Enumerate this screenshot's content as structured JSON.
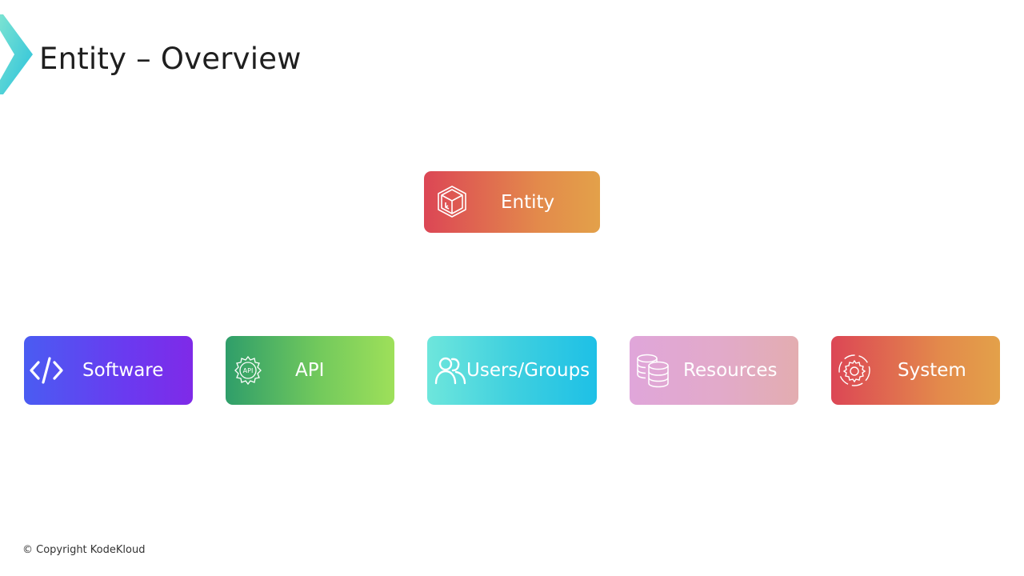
{
  "title": "Entity – Overview",
  "root": {
    "label": "Entity",
    "icon": "cube-icon"
  },
  "children": [
    {
      "label": "Software",
      "icon": "code-brackets-icon"
    },
    {
      "label": "API",
      "icon": "api-gear-icon"
    },
    {
      "label": "Users/Groups",
      "icon": "users-icon"
    },
    {
      "label": "Resources",
      "icon": "database-icon"
    },
    {
      "label": "System",
      "icon": "system-gear-icon"
    }
  ],
  "footer": {
    "copyright": "© Copyright KodeKloud"
  },
  "colors": {
    "accent": "#3fd0df",
    "entity": [
      "#dc4655",
      "#e3a14a"
    ],
    "software": [
      "#4a5cf2",
      "#7f2ae8"
    ],
    "api": [
      "#2f9e6a",
      "#9ee05a"
    ],
    "users": [
      "#6ee6dc",
      "#1ec0e6"
    ],
    "resources": [
      "#e0a6da",
      "#e3adb0"
    ],
    "system": [
      "#dc4655",
      "#e3a14a"
    ]
  }
}
